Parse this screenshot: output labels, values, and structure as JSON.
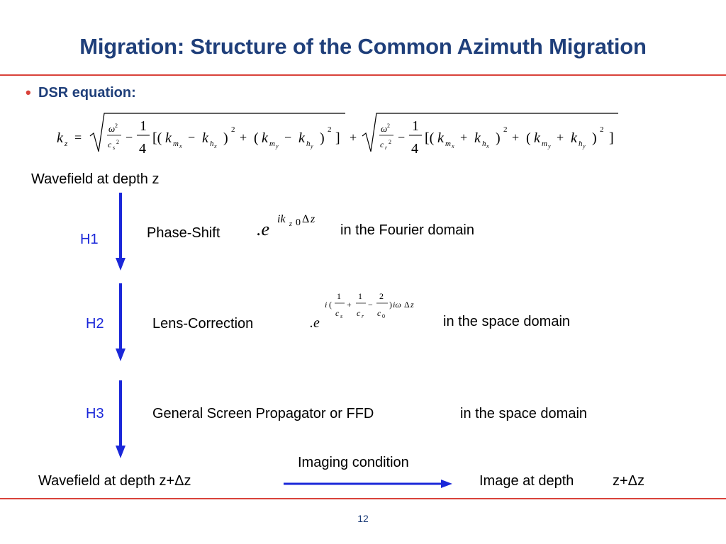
{
  "slide": {
    "title": "Migration: Structure of the Common Azimuth Migration",
    "bullet": "DSR equation:",
    "page_number": "12"
  },
  "flow": {
    "start_label": "Wavefield at depth z",
    "end_label": "Wavefield at depth z+Δz",
    "steps": [
      {
        "id": "H1",
        "name": "Phase-Shift",
        "domain": "in the Fourier domain"
      },
      {
        "id": "H2",
        "name": "Lens-Correction",
        "domain": "in the space domain"
      },
      {
        "id": "H3",
        "name": "General Screen Propagator or FFD",
        "domain": "in the space domain"
      }
    ],
    "imaging_condition": "Imaging condition",
    "image_label": "Image at depth",
    "image_depth": "z+Δz"
  },
  "colors": {
    "title": "#1f3f7a",
    "accent_red": "#d9423a",
    "arrow_blue": "#1a27d9"
  }
}
